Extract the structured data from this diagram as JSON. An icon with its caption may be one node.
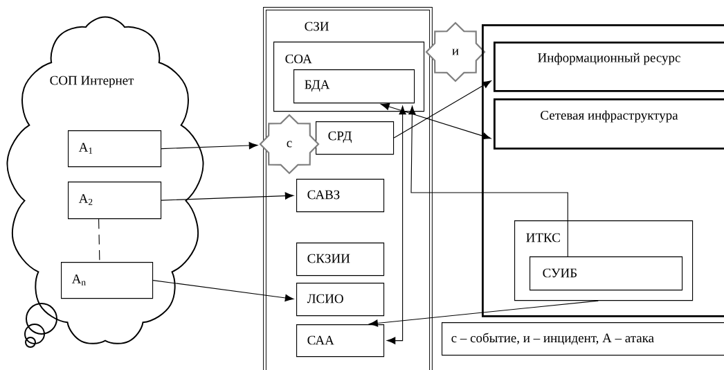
{
  "diagram": {
    "nodes": [
      {
        "text": [
          "СОП Интернет"
        ]
      },
      {
        "text": [
          "А$_{1}$"
        ],
        "in": 0
      },
      {
        "text": [
          "А$_{2}$"
        ],
        "in": 0
      },
      {
        "text": [
          "А$_{n}$"
        ],
        "in": 0
      },
      {
        "text": [
          "СЗИ"
        ]
      },
      {
        "text": [
          "СОА"
        ],
        "in": 4
      },
      {
        "text": [
          "БДА"
        ],
        "in": 5
      },
      {
        "text": [
          "СРД"
        ],
        "in": 4
      },
      {
        "text": [
          "с"
        ]
      },
      {
        "text": [
          "САВЗ"
        ],
        "in": 4
      },
      {
        "text": [
          "СКЗИИ"
        ],
        "in": 4
      },
      {
        "text": [
          "ЛСИО"
        ],
        "in": 4
      },
      {
        "text": [
          "САА"
        ],
        "in": 4
      },
      {
        "text": [
          "и"
        ]
      },
      {
        "text": [],
        "shape": "box"
      },
      {
        "text": [
          "Информационный ресурс"
        ],
        "in": 14
      },
      {
        "text": [
          "Сетевая инфраструктура"
        ],
        "in": 14
      },
      {
        "text": [
          "ИТКС"
        ],
        "in": 14
      },
      {
        "text": [
          "СУИБ"
        ],
        "in": 17
      },
      {
        "text": [
          "с – событие, и – инцидент, А – атака"
        ]
      }
    ],
    "edges": [
      {
        "from": 1,
        "to": 8,
        "arrow": "to"
      },
      {
        "from": 2,
        "to": 9,
        "arrow": "to"
      },
      {
        "from": 3,
        "to": 11,
        "arrow": "to"
      },
      {
        "from": 2,
        "to": 3,
        "arrow": "none",
        "style": "dashed"
      },
      {
        "from": 7,
        "to": 15,
        "arrow": "to"
      },
      {
        "from": 6,
        "to": 16,
        "arrow": "both"
      },
      {
        "from": 12,
        "to": 6,
        "arrow": "both"
      },
      {
        "from": 18,
        "to": 6,
        "arrow": "to"
      },
      {
        "from": 17,
        "to": 12,
        "arrow": "to"
      }
    ]
  }
}
